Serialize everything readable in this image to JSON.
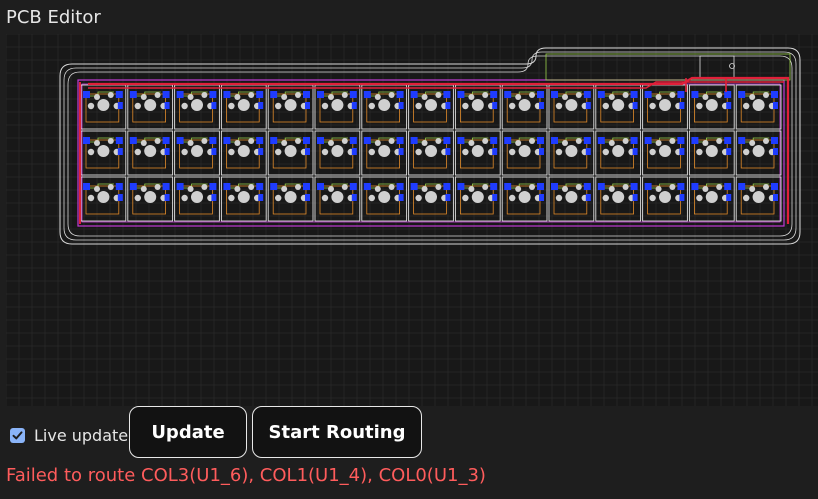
{
  "window": {
    "title": "PCB Editor"
  },
  "controls": {
    "live_update_label": "Live update",
    "live_update_checked": true,
    "update_label": "Update",
    "start_routing_label": "Start Routing"
  },
  "status": {
    "error_message": "Failed to route COL3(U1_6), COL1(U1_4), COL0(U1_3)"
  },
  "board": {
    "rows": 3,
    "columns": 15,
    "colors": {
      "background": "#181818",
      "grid": "#2e2e2e",
      "outline": "#d8d8d8",
      "pad": "#d0d0d0",
      "via": "#1f3cff",
      "copper_top": "#e0203a",
      "copper_bottom": "#c23bd6",
      "silkscreen": "#e0e0e0",
      "courtyard": "#9ad14a",
      "fab": "#e08a2a"
    }
  }
}
